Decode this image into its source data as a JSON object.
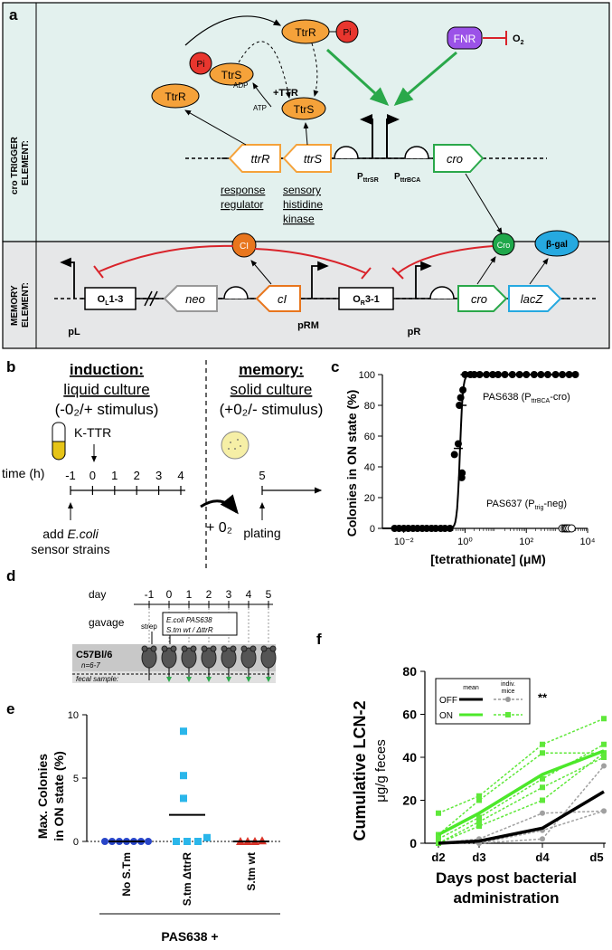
{
  "panel_a": {
    "letter": "a",
    "trigger_label_1": "cro TRIGGER",
    "trigger_label_2": "ELEMENT:",
    "memory_label_1": "MEMORY",
    "memory_label_2": "ELEMENT:",
    "proteins": {
      "ttrr": "TtrR",
      "ttrs": "TtrS",
      "pi": "Pi",
      "fnr": "FNR",
      "o2": "O",
      "o2_sub": "2",
      "adp": "ADP",
      "atp": "ATP",
      "ttr": "+TTR",
      "ci": "CI",
      "cro": "Cro",
      "bgal": "β-gal"
    },
    "genes": {
      "ttrR": "ttrR",
      "ttrS": "ttrS",
      "cro": "cro",
      "neo": "neo",
      "cI": "cI",
      "lacZ": "lacZ"
    },
    "promoters": {
      "p": "P",
      "pttrsr_sub": "ttrSR",
      "pttrbca_sub": "ttrBCA",
      "pl": "pL",
      "prm": "pRM",
      "pr": "pR"
    },
    "operators": {
      "ol_pre": "O",
      "ol_sub": "L",
      "ol_post": "1-3",
      "or_pre": "O",
      "or_sub": "R",
      "or_post": "3-1"
    },
    "annotations": {
      "response_1": "response",
      "response_2": "regulator",
      "sensory_1": "sensory",
      "sensory_2": "histidine",
      "sensory_3": "kinase"
    }
  },
  "panel_b": {
    "letter": "b",
    "induction_title": "induction:",
    "induction_sub": "liquid culture",
    "induction_cond": "(-0₂/+ stimulus)",
    "memory_title": "memory:",
    "memory_sub": "solid culture",
    "memory_cond": "(+0₂/- stimulus)",
    "kttr": "K-TTR",
    "time_label": "time (h)",
    "ticks": [
      "-1",
      "0",
      "1",
      "2",
      "3",
      "4"
    ],
    "tick5": "5",
    "add_1": "add",
    "add_2a": "E.coli",
    "add_3": "sensor strains",
    "o2": "+ 0₂",
    "plating": "plating"
  },
  "panel_c": {
    "letter": "c",
    "ylabel": "Colonies in ON state (%)",
    "xlabel": "[tetrathionate] (μM)",
    "label_638": "PAS638 (P",
    "label_638_sub": "ttrBCA",
    "label_638_end": "-cro)",
    "label_637": "PAS637 (P",
    "label_637_sub": "trig",
    "label_637_end": "-neg)"
  },
  "panel_d": {
    "letter": "d",
    "day": "day",
    "gavage": "gavage",
    "strep": "strep",
    "box1": "E.coli PAS638",
    "box2": "S.tm wt / ΔttrR",
    "mouse": "C57Bl/6",
    "n": "n=6-7",
    "fecal": "fecal sample:",
    "days": [
      "-1",
      "0",
      "1",
      "2",
      "3",
      "4",
      "5"
    ]
  },
  "panel_e": {
    "letter": "e",
    "ylabel_1": "Max. Colonies",
    "ylabel_2": "in ON state (%)",
    "footer": "PAS638 +"
  },
  "panel_f": {
    "letter": "f",
    "ylabel_1": "Cumulative LCN-2",
    "ylabel_2": "μg/g feces",
    "xlabel_1": "Days post bacterial",
    "xlabel_2": "administration",
    "legend_mean": "mean",
    "legend_indiv": "indiv.",
    "legend_mice": "mice",
    "legend_off": "OFF",
    "legend_on": "ON",
    "star": "**"
  },
  "chart_data": [
    {
      "panel": "c",
      "type": "scatter",
      "xlabel": "[tetrathionate] (μM)",
      "ylabel": "Colonies in ON state (%)",
      "xscale": "log",
      "xlim": [
        0.002,
        10000
      ],
      "ylim": [
        0,
        100
      ],
      "x_ticks": [
        "10⁻²",
        "10⁰",
        "10²",
        "10⁴"
      ],
      "y_ticks": [
        0,
        20,
        40,
        60,
        80,
        100
      ],
      "series": [
        {
          "name": "PAS638 (PttrBCA-cro)",
          "points": [
            [
              0.005,
              0
            ],
            [
              0.007,
              0
            ],
            [
              0.01,
              0
            ],
            [
              0.014,
              0
            ],
            [
              0.02,
              0
            ],
            [
              0.028,
              0
            ],
            [
              0.04,
              0
            ],
            [
              0.056,
              0
            ],
            [
              0.08,
              0
            ],
            [
              0.11,
              0
            ],
            [
              0.16,
              0
            ],
            [
              0.22,
              0
            ],
            [
              0.32,
              0
            ],
            [
              0.45,
              48
            ],
            [
              0.6,
              55
            ],
            [
              0.65,
              80
            ],
            [
              0.72,
              85
            ],
            [
              0.78,
              33
            ],
            [
              0.8,
              36
            ],
            [
              0.85,
              90
            ],
            [
              1.0,
              100
            ],
            [
              1.5,
              100
            ],
            [
              2,
              100
            ],
            [
              3,
              100
            ],
            [
              5,
              100
            ],
            [
              8,
              100
            ],
            [
              12,
              100
            ],
            [
              20,
              100
            ],
            [
              35,
              100
            ],
            [
              60,
              100
            ],
            [
              100,
              100
            ],
            [
              180,
              100
            ],
            [
              300,
              100
            ],
            [
              500,
              100
            ],
            [
              900,
              100
            ],
            [
              1500,
              100
            ],
            [
              2500,
              100
            ],
            [
              4000,
              100
            ]
          ],
          "fit_means": [
            [
              0.6,
              52
            ],
            [
              0.8,
              80
            ],
            [
              1.0,
              100
            ]
          ]
        },
        {
          "name": "PAS637 (Ptrig-neg)",
          "points": [
            [
              1500,
              0
            ],
            [
              1800,
              0
            ],
            [
              2000,
              0
            ],
            [
              2200,
              0
            ],
            [
              2500,
              0
            ],
            [
              3000,
              0
            ]
          ]
        }
      ]
    },
    {
      "panel": "e",
      "type": "scatter",
      "ylabel": "Max. Colonies in ON state (%)",
      "ylim": [
        0,
        10
      ],
      "y_ticks": [
        0,
        5,
        10
      ],
      "categories": [
        "No S.Tm",
        "S.tm ΔttrR",
        "S.tm wt"
      ],
      "series": [
        {
          "name": "No S.Tm",
          "values": [
            0,
            0,
            0,
            0,
            0,
            0,
            0
          ],
          "mean": 0
        },
        {
          "name": "S.tm ΔttrR",
          "values": [
            8.7,
            5.2,
            3.4,
            0,
            0,
            0,
            0.3
          ],
          "mean": 2.1
        },
        {
          "name": "S.tm wt",
          "values": [
            0,
            0,
            0,
            0.05
          ],
          "mean": 0
        }
      ]
    },
    {
      "panel": "f",
      "type": "line",
      "ylabel": "Cumulative LCN-2 μg/g feces",
      "xlabel": "Days post bacterial administration",
      "categories": [
        "d2",
        "d3",
        "d4",
        "d5"
      ],
      "ylim": [
        0,
        80
      ],
      "y_ticks": [
        0,
        20,
        40,
        60,
        80
      ],
      "legend": "top-left",
      "series": [
        {
          "name": "OFF",
          "kind": "mean",
          "values": [
            0,
            1,
            7,
            24
          ]
        },
        {
          "name": "ON",
          "kind": "mean",
          "values": [
            4,
            14,
            32,
            43
          ]
        },
        {
          "name": "OFF",
          "kind": "indiv. mice",
          "values": [
            0,
            0,
            2,
            36
          ]
        },
        {
          "name": "OFF",
          "kind": "indiv. mice",
          "values": [
            0,
            0,
            6,
            15
          ]
        },
        {
          "name": "OFF",
          "kind": "indiv. mice",
          "values": [
            0,
            2,
            14,
            15
          ]
        },
        {
          "name": "ON",
          "kind": "indiv. mice",
          "values": [
            14,
            22,
            46,
            58
          ]
        },
        {
          "name": "ON",
          "kind": "indiv. mice",
          "values": [
            4,
            20,
            42,
            42
          ]
        },
        {
          "name": "ON",
          "kind": "indiv. mice",
          "values": [
            2,
            12,
            30,
            46
          ]
        },
        {
          "name": "ON",
          "kind": "indiv. mice",
          "values": [
            0,
            10,
            26,
            40
          ]
        },
        {
          "name": "ON",
          "kind": "indiv. mice",
          "values": [
            0,
            8,
            20,
            42
          ]
        }
      ],
      "annotation": {
        "text": "**",
        "at": "d4"
      }
    }
  ]
}
